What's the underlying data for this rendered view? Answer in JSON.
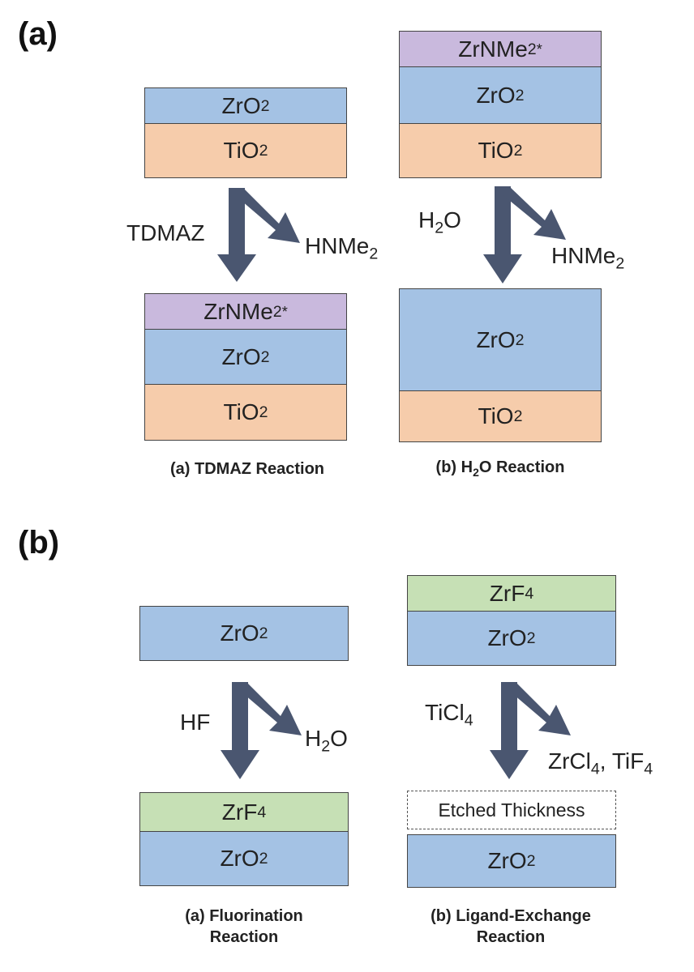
{
  "panels": {
    "a": {
      "label": "(a)",
      "left": {
        "top_stack": {
          "zro2": "ZrO",
          "zro2_sub": "2",
          "tio2": "TiO",
          "tio2_sub": "2"
        },
        "reactant": "TDMAZ",
        "product": "HNMe",
        "product_sub": "2",
        "bottom_stack": {
          "zrnme2": "ZrNMe",
          "zrnme2_sub": "2",
          "zrnme2_sup": "*",
          "zro2": "ZrO",
          "zro2_sub": "2",
          "tio2": "TiO",
          "tio2_sub": "2"
        },
        "caption": "(a) TDMAZ Reaction"
      },
      "right": {
        "top_stack": {
          "zrnme2": "ZrNMe",
          "zrnme2_sub": "2",
          "zrnme2_sup": "*",
          "zro2": "ZrO",
          "zro2_sub": "2",
          "tio2": "TiO",
          "tio2_sub": "2"
        },
        "reactant": "H",
        "reactant_sub": "2",
        "reactant_tail": "O",
        "product": "HNMe",
        "product_sub": "2",
        "bottom_stack": {
          "zro2": "ZrO",
          "zro2_sub": "2",
          "tio2": "TiO",
          "tio2_sub": "2"
        },
        "caption_pre": "(b) H",
        "caption_sub": "2",
        "caption_post": "O Reaction"
      }
    },
    "b": {
      "label": "(b)",
      "left": {
        "top_stack": {
          "zro2": "ZrO",
          "zro2_sub": "2"
        },
        "reactant": "HF",
        "product": "H",
        "product_sub": "2",
        "product_tail": "O",
        "bottom_stack": {
          "zrf4": "ZrF",
          "zrf4_sub": "4",
          "zro2": "ZrO",
          "zro2_sub": "2"
        },
        "caption_line1": "(a) Fluorination",
        "caption_line2": "Reaction"
      },
      "right": {
        "top_stack": {
          "zrf4": "ZrF",
          "zrf4_sub": "4",
          "zro2": "ZrO",
          "zro2_sub": "2"
        },
        "reactant": "TiCl",
        "reactant_sub": "4",
        "product_a": "ZrCl",
        "product_a_sub": "4",
        "product_sep": ", TiF",
        "product_b_sub": "4",
        "bottom_stack": {
          "etched": "Etched Thickness",
          "zro2": "ZrO",
          "zro2_sub": "2"
        },
        "caption_line1": "(b) Ligand-Exchange",
        "caption_line2": "Reaction"
      }
    }
  },
  "colors": {
    "zro2": "#a4c2e4",
    "tio2": "#f6ccab",
    "zrnme2": "#c9b9dd",
    "zrf4": "#c6e0b5",
    "arrow": "#4a5670"
  }
}
